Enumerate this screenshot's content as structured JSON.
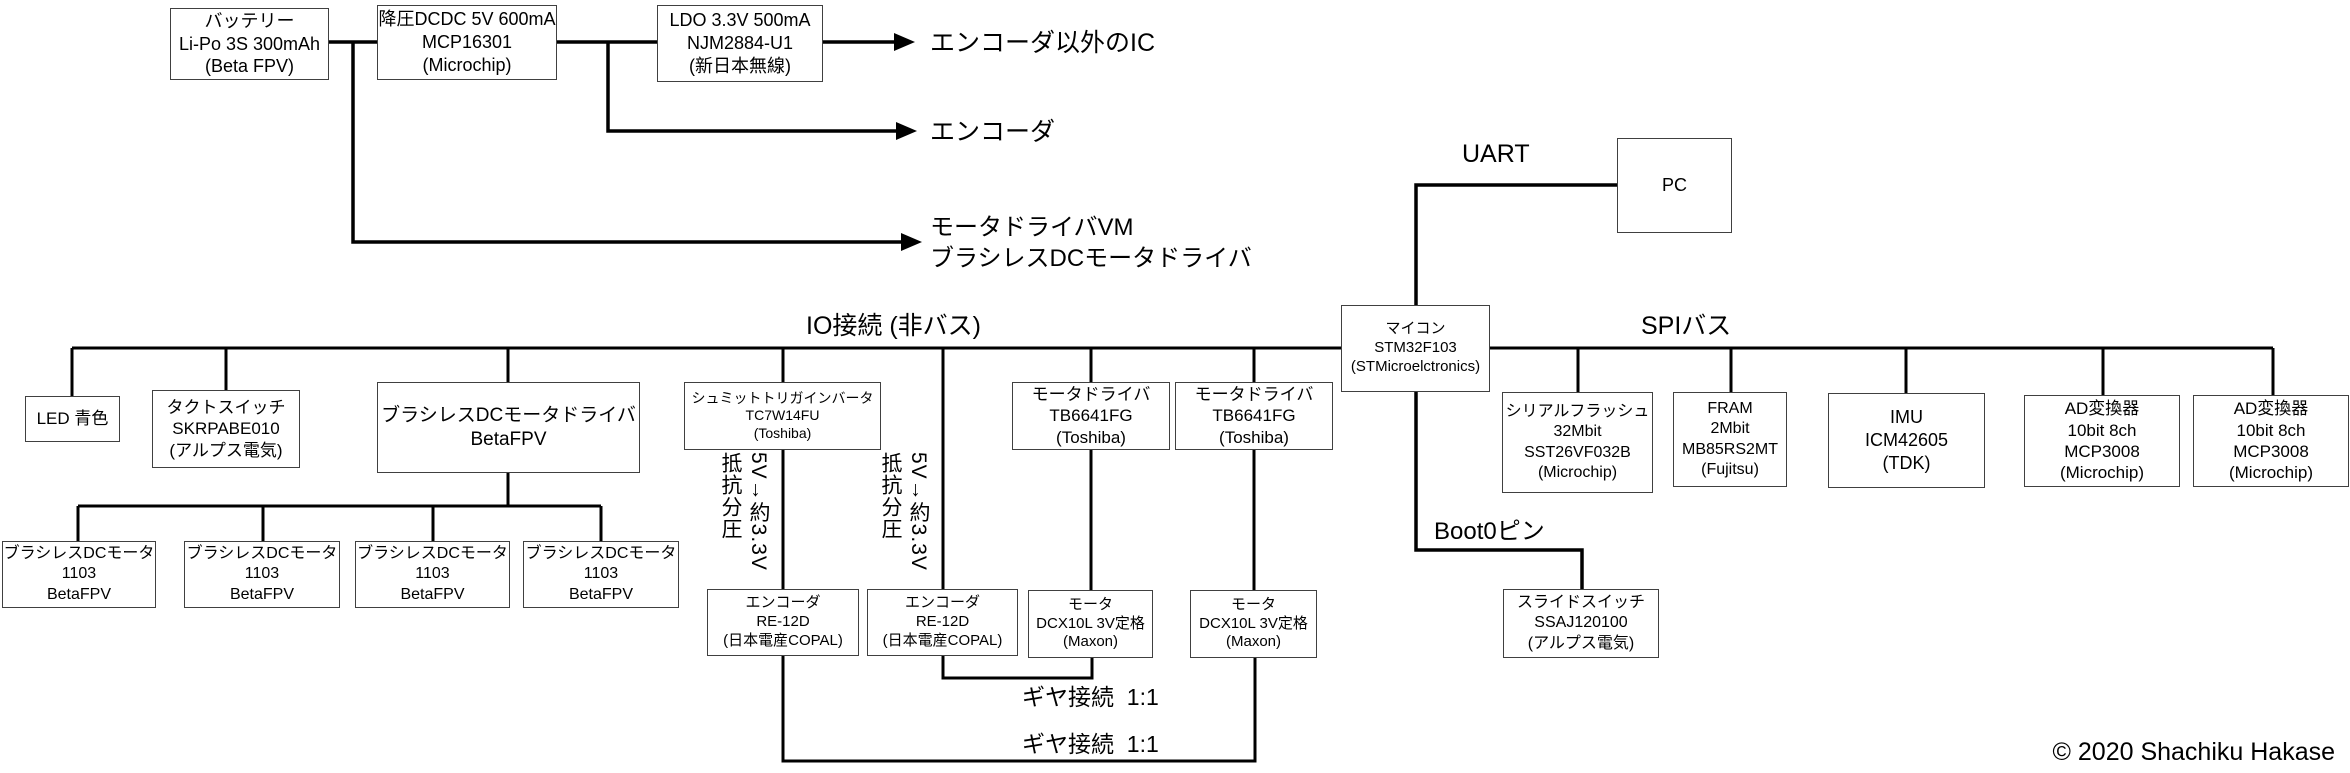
{
  "boxes": {
    "battery": {
      "lines": [
        "バッテリー",
        "Li-Po 3S 300mAh",
        "(Beta FPV)"
      ]
    },
    "dcdc": {
      "lines": [
        "降圧DCDC 5V 600mA",
        "MCP16301",
        "(Microchip)"
      ]
    },
    "ldo": {
      "lines": [
        "LDO 3.3V 500mA",
        "NJM2884-U1",
        "(新日本無線)"
      ]
    },
    "pc": {
      "lines": [
        "PC"
      ]
    },
    "mcu": {
      "lines": [
        "マイコン",
        "STM32F103",
        "(STMicroelctronics)"
      ]
    },
    "led": {
      "lines": [
        "LED 青色"
      ]
    },
    "tact_switch": {
      "lines": [
        "タクトスイッチ",
        "SKRPABE010",
        "(アルプス電気)"
      ]
    },
    "bldc_driver": {
      "lines": [
        "ブラシレスDCモータドライバ",
        "BetaFPV"
      ]
    },
    "schmitt": {
      "lines": [
        "シュミットトリガインバータ",
        "TC7W14FU",
        "(Toshiba)"
      ]
    },
    "motor_driver_1": {
      "lines": [
        "モータドライバ",
        "TB6641FG",
        "(Toshiba)"
      ]
    },
    "motor_driver_2": {
      "lines": [
        "モータドライバ",
        "TB6641FG",
        "(Toshiba)"
      ]
    },
    "serial_flash": {
      "lines": [
        "シリアルフラッシュ",
        "32Mbit",
        "SST26VF032B",
        "(Microchip)"
      ]
    },
    "fram": {
      "lines": [
        "FRAM",
        "2Mbit",
        "MB85RS2MT",
        "(Fujitsu)"
      ]
    },
    "imu": {
      "lines": [
        "IMU",
        "ICM42605",
        "(TDK)"
      ]
    },
    "adc_1": {
      "lines": [
        "AD変換器",
        "10bit 8ch",
        "MCP3008",
        "(Microchip)"
      ]
    },
    "adc_2": {
      "lines": [
        "AD変換器",
        "10bit 8ch",
        "MCP3008",
        "(Microchip)"
      ]
    },
    "bldc_motor_1": {
      "lines": [
        "ブラシレスDCモータ",
        "1103",
        "BetaFPV"
      ]
    },
    "bldc_motor_2": {
      "lines": [
        "ブラシレスDCモータ",
        "1103",
        "BetaFPV"
      ]
    },
    "bldc_motor_3": {
      "lines": [
        "ブラシレスDCモータ",
        "1103",
        "BetaFPV"
      ]
    },
    "bldc_motor_4": {
      "lines": [
        "ブラシレスDCモータ",
        "1103",
        "BetaFPV"
      ]
    },
    "encoder_1": {
      "lines": [
        "エンコーダ",
        "RE-12D",
        "(日本電産COPAL)"
      ]
    },
    "encoder_2": {
      "lines": [
        "エンコーダ",
        "RE-12D",
        "(日本電産COPAL)"
      ]
    },
    "dc_motor_1": {
      "lines": [
        "モータ",
        "DCX10L 3V定格",
        "(Maxon)"
      ]
    },
    "dc_motor_2": {
      "lines": [
        "モータ",
        "DCX10L 3V定格",
        "(Maxon)"
      ]
    },
    "slide_switch": {
      "lines": [
        "スライドスイッチ",
        "SSAJ120100",
        "(アルプス電気)"
      ]
    }
  },
  "labels": {
    "rail_other_ic": "エンコーダ以外のIC",
    "rail_encoder": "エンコーダ",
    "rail_motor_vm_1": "モータドライバVM",
    "rail_motor_vm_2": "ブラシレスDCモータドライバ",
    "uart": "UART",
    "io_bus": "IO接続 (非バス)",
    "spi_bus": "SPIバス",
    "boot0": "Boot0ピン",
    "resistor_divider_1": "抵抗分圧",
    "resistor_divider_2": "5V→約3.3V",
    "gear_1": "ギヤ接続  1:1",
    "gear_2": "ギヤ接続  1:1",
    "copyright": "© 2020 Shachiku Hakase"
  }
}
